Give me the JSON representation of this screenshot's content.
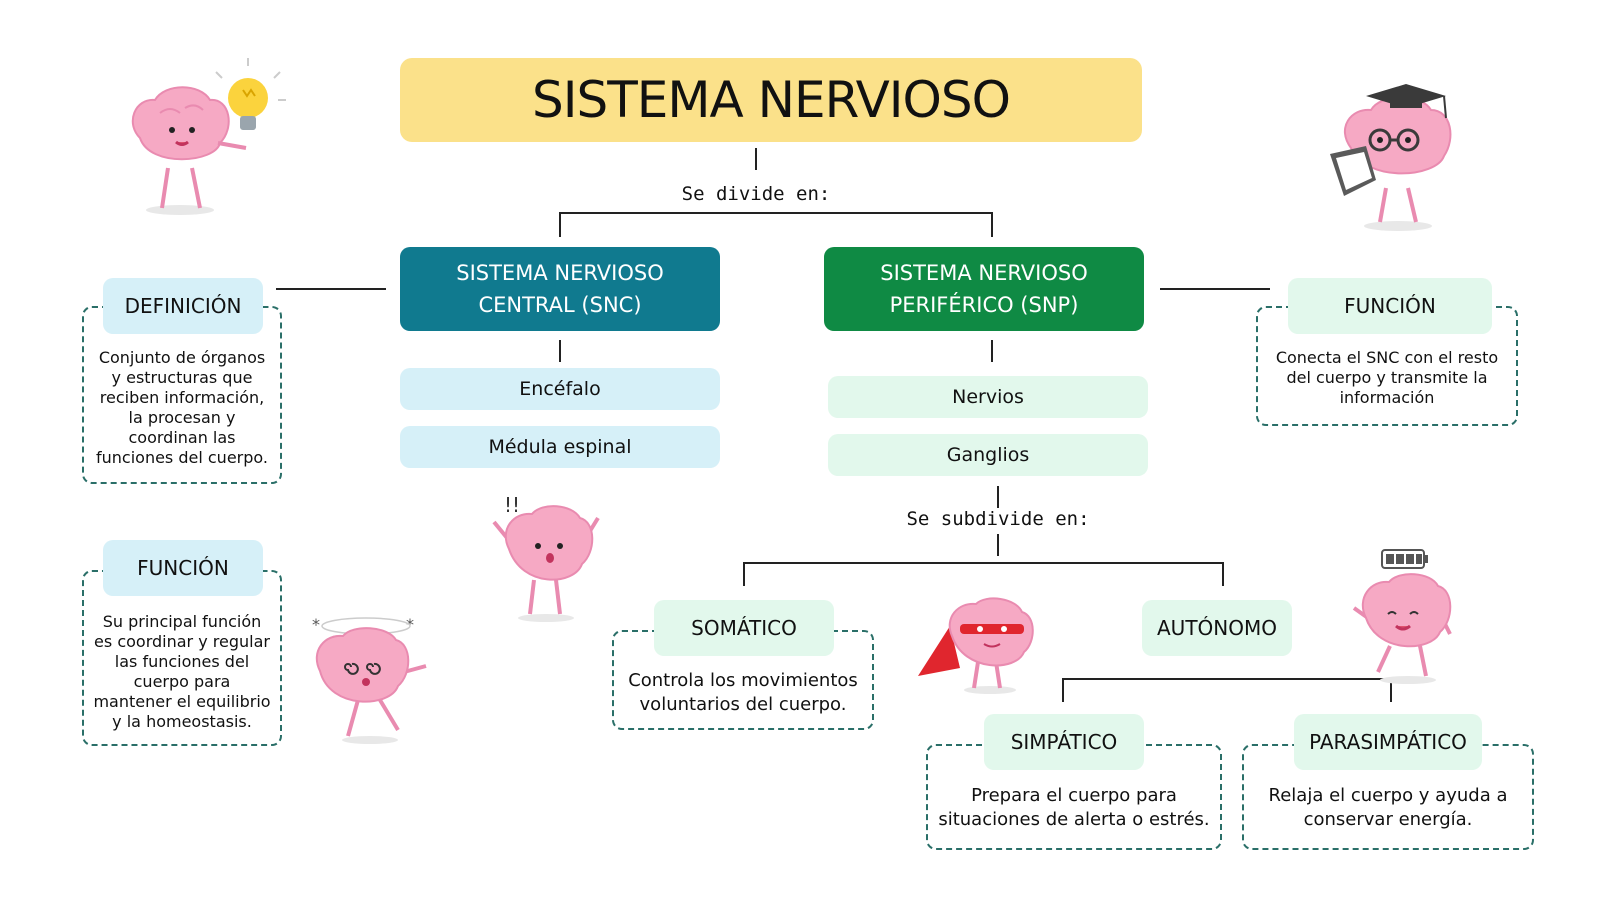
{
  "title": "SISTEMA NERVIOSO",
  "labels": {
    "divide": "Se divide en:",
    "subdivide": "Se subdivide en:"
  },
  "snc": {
    "line1": "SISTEMA NERVIOSO",
    "line2": "CENTRAL (SNC)",
    "items": [
      "Encéfalo",
      "Médula espinal"
    ]
  },
  "snp": {
    "line1": "SISTEMA NERVIOSO",
    "line2": "PERIFÉRICO (SNP)",
    "items": [
      "Nervios",
      "Ganglios"
    ]
  },
  "definicion": {
    "tag": "DEFINICIÓN",
    "lines": [
      "Conjunto de órganos",
      "y estructuras que",
      "reciben información,",
      "la procesan y",
      "coordinan las",
      "funciones del cuerpo."
    ]
  },
  "funcion_snc": {
    "tag": "FUNCIÓN",
    "lines": [
      "Su principal función",
      "es coordinar y regular",
      "las funciones del",
      "cuerpo para",
      "mantener el equilibrio",
      "y la homeostasis."
    ]
  },
  "funcion_snp": {
    "tag": "FUNCIÓN",
    "lines": [
      "Conecta el SNC con el resto",
      "del cuerpo y transmite la",
      "información"
    ]
  },
  "somatico": {
    "tag": "SOMÁTICO",
    "lines": [
      "Controla los movimientos",
      "voluntarios del cuerpo."
    ]
  },
  "autonomo": {
    "tag": "AUTÓNOMO"
  },
  "simpatico": {
    "tag": "SIMPÁTICO",
    "lines": [
      "Prepara el cuerpo para",
      "situaciones de alerta o estrés."
    ]
  },
  "parasimpatico": {
    "tag": "PARASIMPÁTICO",
    "lines": [
      "Relaja el cuerpo y ayuda a",
      "conservar energía."
    ]
  },
  "colors": {
    "title_bg": "#fbe18a",
    "snc": "#107a8f",
    "snp": "#0f8a44",
    "pill_blue": "#d6f0f8",
    "pill_green": "#e2f8ec",
    "dash": "#2a6f68",
    "brain": "#f6a9c4"
  },
  "icons": [
    "brain-lightbulb-icon",
    "brain-graduate-icon",
    "brain-surprised-icon",
    "brain-dizzy-icon",
    "brain-superhero-icon",
    "brain-battery-icon"
  ]
}
